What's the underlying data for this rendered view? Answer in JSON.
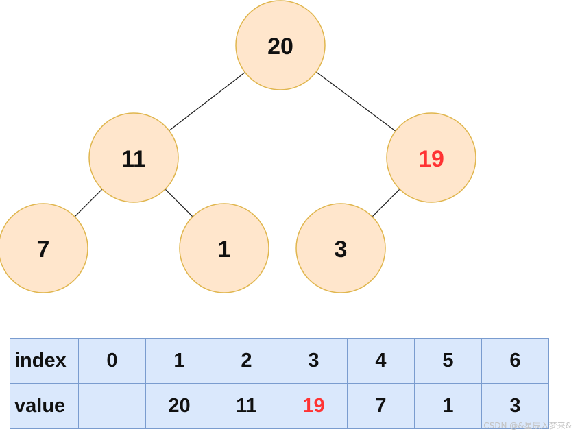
{
  "tree": {
    "highlight_color": "#ff3333",
    "node_fill": "#ffe6cc",
    "node_stroke": "#e0b64e",
    "nodes": [
      {
        "index": 1,
        "value": "20",
        "highlight": false
      },
      {
        "index": 2,
        "value": "11",
        "highlight": false
      },
      {
        "index": 3,
        "value": "19",
        "highlight": true
      },
      {
        "index": 4,
        "value": "7",
        "highlight": false
      },
      {
        "index": 5,
        "value": "1",
        "highlight": false
      },
      {
        "index": 6,
        "value": "3",
        "highlight": false
      }
    ],
    "edges": [
      [
        1,
        2
      ],
      [
        1,
        3
      ],
      [
        2,
        4
      ],
      [
        2,
        5
      ],
      [
        3,
        6
      ]
    ]
  },
  "table": {
    "fill": "#dae8fc",
    "border": "#7a9ccf",
    "index_label": "index",
    "value_label": "value",
    "indices": [
      "0",
      "1",
      "2",
      "3",
      "4",
      "5",
      "6"
    ],
    "values": [
      "",
      "20",
      "11",
      "19",
      "7",
      "1",
      "3"
    ],
    "highlight_col": 3
  },
  "watermark": "CSDN @&星辰入梦来&"
}
